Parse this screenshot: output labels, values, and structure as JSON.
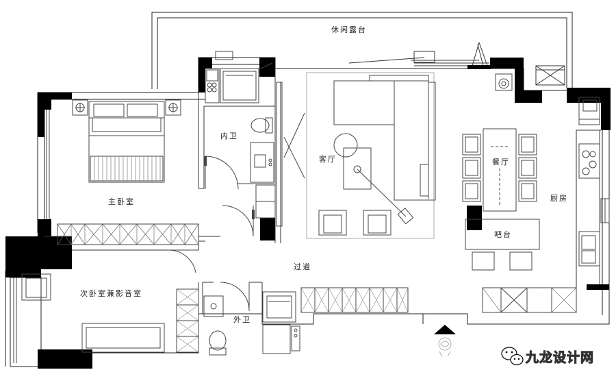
{
  "floor_plan": {
    "rooms": {
      "terrace": "休闲露台",
      "master_bedroom": "主卧室",
      "inner_bath": "内卫",
      "living_room": "客厅",
      "dining_room": "餐厅",
      "kitchen": "厨房",
      "bar_counter": "吧台",
      "corridor": "过道",
      "second_bedroom": "次卧室兼影音室",
      "guest_bath": "外卫"
    }
  },
  "watermark": {
    "text": "九龙设计网",
    "icon": "wechat-icon"
  },
  "colors": {
    "wall": "#000000",
    "line": "#333333",
    "furniture": "#555555"
  }
}
